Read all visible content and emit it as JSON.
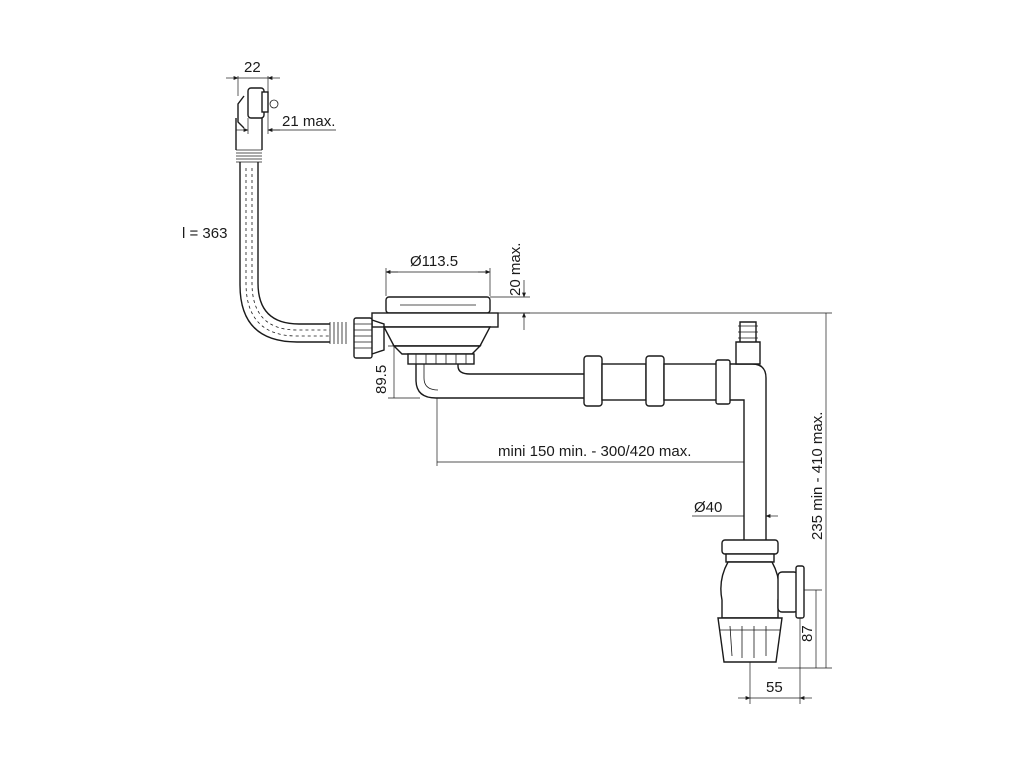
{
  "dimensions": {
    "overflow_head_width": "22",
    "overflow_max": "21 max.",
    "hose_length": "l = 363",
    "strainer_diameter": "Ø113.5",
    "strainer_max": "20 max.",
    "outlet_height": "89.5",
    "horizontal_reach": "mini 150 min. - 300/420 max.",
    "pipe_diameter": "Ø40",
    "trap_height_range": "235 min - 410 max.",
    "trap_outlet_height": "87",
    "trap_outlet_offset": "55"
  }
}
